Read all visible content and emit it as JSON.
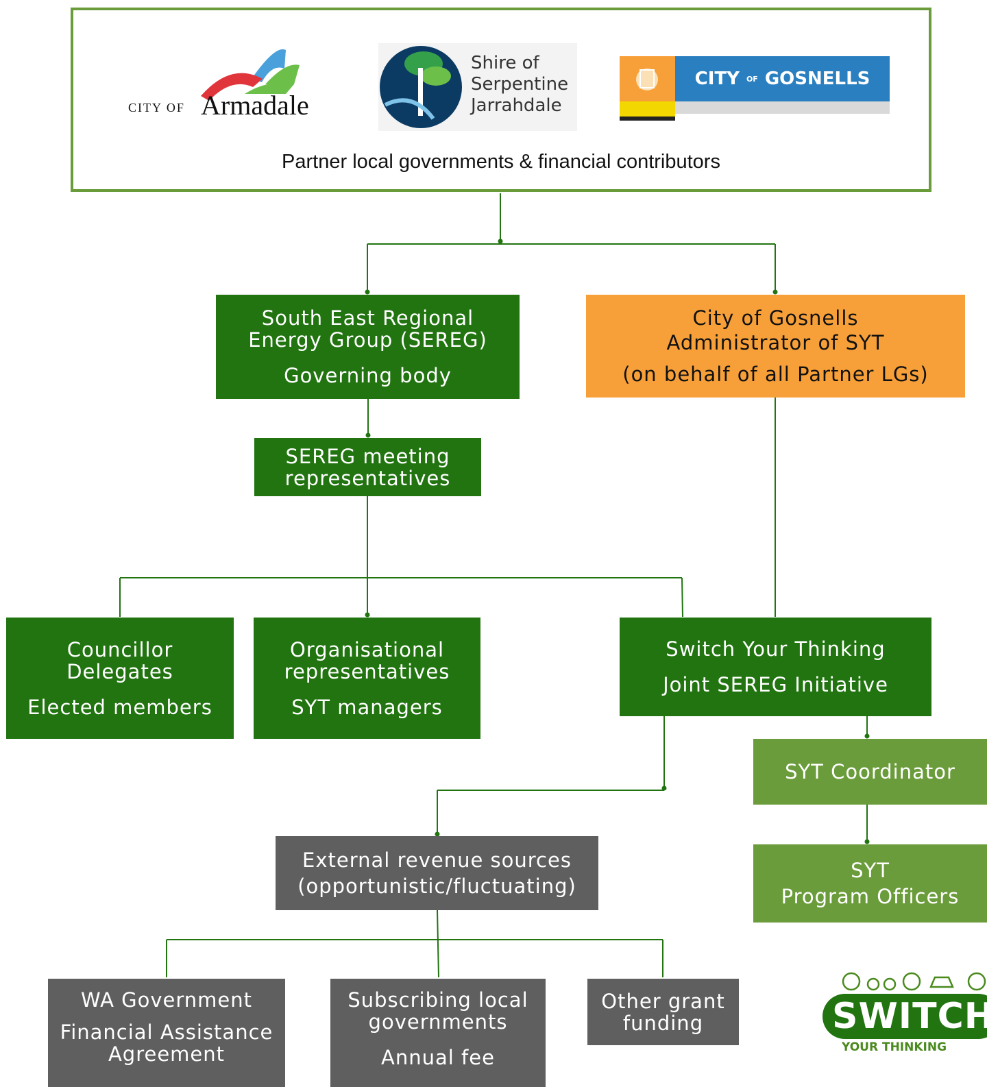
{
  "partners": {
    "logos": {
      "armadale": {
        "prefix": "CITY OF",
        "name": "Armadale"
      },
      "serpentine": {
        "lines": [
          "Shire of",
          "Serpentine",
          "Jarrahdale"
        ]
      },
      "gosnells": {
        "city": "CITY",
        "of": "OF",
        "name": "GOSNELLS"
      }
    },
    "caption": "Partner local governments & financial contributors"
  },
  "nodes": {
    "sereg": {
      "line1": "South East Regional",
      "line2": "Energy Group (SEREG)",
      "sub": "Governing body"
    },
    "gosnells_admin": {
      "line1": "City of Gosnells",
      "line2": "Administrator of SYT",
      "sub": "(on behalf of all Partner LGs)"
    },
    "sereg_reps": {
      "line1": "SEREG meeting",
      "line2": "representatives"
    },
    "councillor": {
      "line1": "Councillor",
      "line2": "Delegates",
      "sub": "Elected members"
    },
    "organisational": {
      "line1": "Organisational",
      "line2": "representatives",
      "sub": "SYT managers"
    },
    "syt_initiative": {
      "line1": "Switch Your Thinking",
      "sub": "Joint SEREG Initiative"
    },
    "coordinator": {
      "line1": "SYT Coordinator"
    },
    "program_officers": {
      "line1": "SYT",
      "line2": "Program Officers"
    },
    "external": {
      "line1": "External revenue sources",
      "line2": "(opportunistic/fluctuating)"
    },
    "wa_gov": {
      "line1": "WA Government",
      "sub1": "Financial Assistance",
      "sub2": "Agreement"
    },
    "subscribing": {
      "line1": "Subscribing local",
      "line2": "governments",
      "sub": "Annual fee"
    },
    "other_grant": {
      "line1": "Other grant",
      "line2": "funding"
    }
  },
  "brand_logo": {
    "word": "SWITCH",
    "tagline": "YOUR THINKING"
  },
  "colors": {
    "dark_green": "#217410",
    "light_green": "#6b9c3b",
    "grey": "#5f5f5f",
    "orange": "#f7a039",
    "gosnells_blue": "#2a7fc0"
  }
}
